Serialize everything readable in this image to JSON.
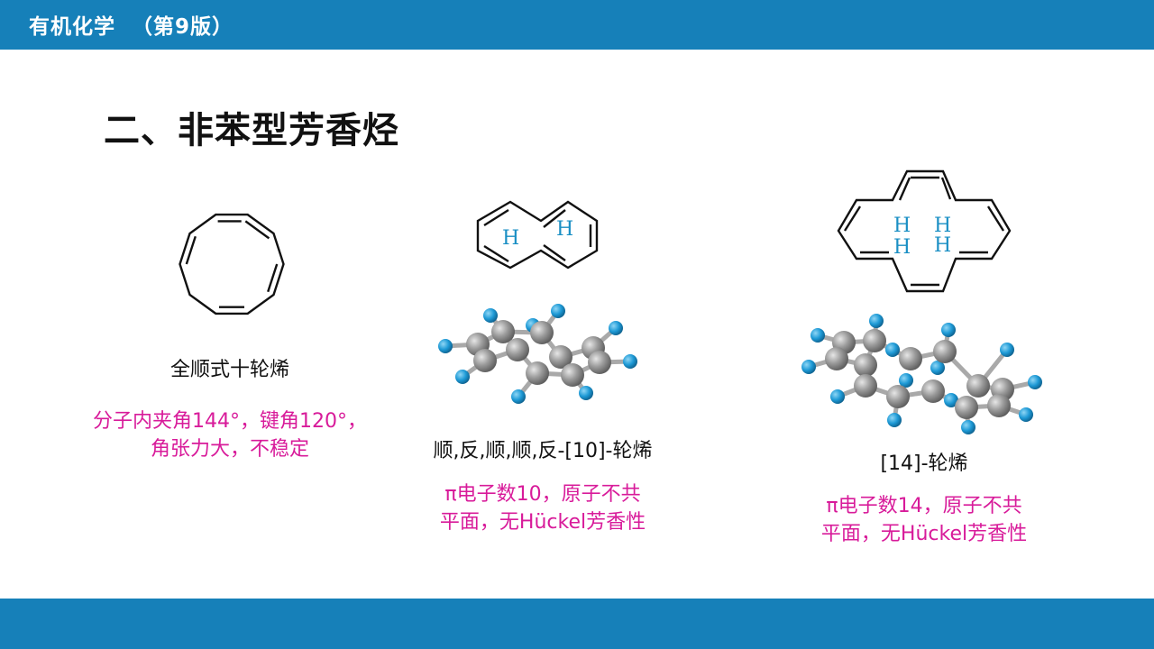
{
  "header": {
    "course_title": "有机化学  （第9版）"
  },
  "slide": {
    "heading": "二、非苯型芳香烃"
  },
  "compounds": [
    {
      "name": "全顺式十轮烯",
      "note_line1": "分子内夹角144°，键角120°，",
      "note_line2": "角张力大，不稳定"
    },
    {
      "name": "顺,反,顺,顺,反-[10]-轮烯",
      "note_line1": "π电子数10，原子不共",
      "note_line2": "平面，无Hückel芳香性",
      "structure_h_label": "H"
    },
    {
      "name": "[14]-轮烯",
      "note_line1": "π电子数14，原子不共",
      "note_line2": "平面，无Hückel芳香性",
      "structure_h_label": "H"
    }
  ],
  "colors": {
    "bar": "#1680b9",
    "note_text": "#d81b9a",
    "hydrogen_label": "#1a8fc4",
    "carbon_atom": "#8c8c8c",
    "hydrogen_atom": "#1e9ad6"
  }
}
